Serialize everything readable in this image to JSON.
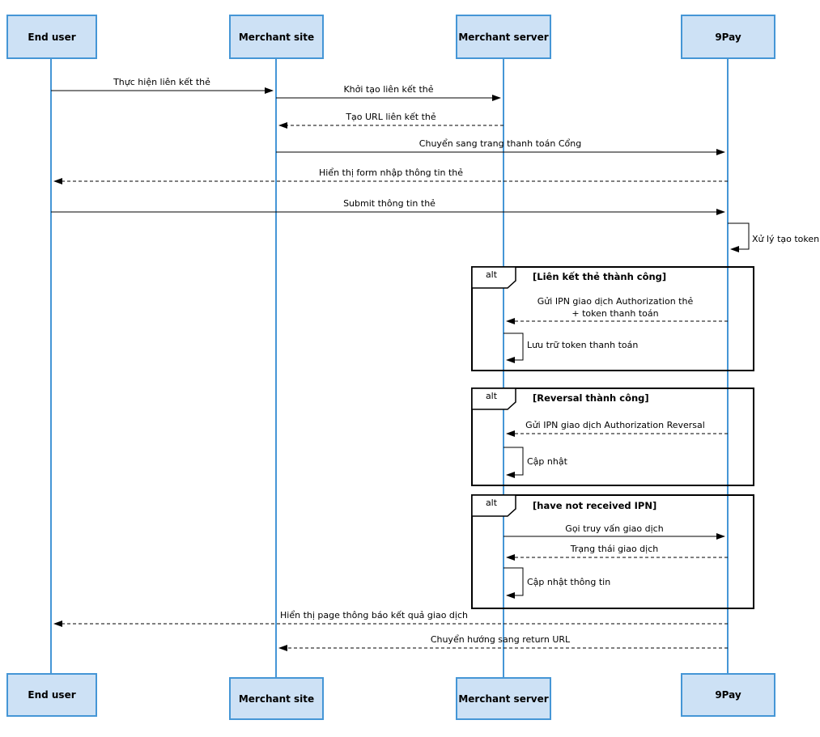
{
  "colors": {
    "actor_fill": "#cde1f5",
    "actor_border": "#4596d6",
    "lifeline_color": "#4596d6",
    "frame_border": "#000000",
    "arrow_color": "#000000"
  },
  "actors": [
    {
      "label": "End user"
    },
    {
      "label": "Merchant site"
    },
    {
      "label": "Merchant server"
    },
    {
      "label": "9Pay"
    }
  ],
  "messages": [
    {
      "text": "Thực hiện liên kết thẻ",
      "from": "End user",
      "to": "Merchant site",
      "style": "solid"
    },
    {
      "text": "Khởi tạo liên kết thẻ",
      "from": "Merchant site",
      "to": "Merchant server",
      "style": "solid"
    },
    {
      "text": "Tạo URL liên kết thẻ",
      "from": "Merchant server",
      "to": "Merchant site",
      "style": "dashed"
    },
    {
      "text": "Chuyển sang trang thanh toán Cổng",
      "from": "Merchant site",
      "to": "9Pay",
      "style": "solid"
    },
    {
      "text": "Hiển thị form nhập thông tin thẻ",
      "from": "9Pay",
      "to": "End user",
      "style": "dashed"
    },
    {
      "text": "Submit thông tin thẻ",
      "from": "End user",
      "to": "9Pay",
      "style": "solid"
    },
    {
      "text": "Xử lý tạo token",
      "from": "9Pay",
      "to": "9Pay",
      "style": "self"
    },
    {
      "text": "Gửi IPN giao dịch Authorization thẻ\n+ token thanh toán",
      "from": "9Pay",
      "to": "Merchant server",
      "style": "dashed"
    },
    {
      "text": "Lưu trữ token thanh toán",
      "from": "Merchant server",
      "to": "Merchant server",
      "style": "self"
    },
    {
      "text": "Gửi IPN giao dịch Authorization Reversal",
      "from": "9Pay",
      "to": "Merchant server",
      "style": "dashed"
    },
    {
      "text": "Cập nhật",
      "from": "Merchant server",
      "to": "Merchant server",
      "style": "self"
    },
    {
      "text": "Gọi truy vấn giao dịch",
      "from": "Merchant server",
      "to": "9Pay",
      "style": "solid"
    },
    {
      "text": "Trạng thái giao dịch",
      "from": "9Pay",
      "to": "Merchant server",
      "style": "dashed"
    },
    {
      "text": "Cập nhật thông tin",
      "from": "Merchant server",
      "to": "Merchant server",
      "style": "self"
    },
    {
      "text": "Hiển thị page thông báo kết quả giao dịch",
      "from": "9Pay",
      "to": "End user",
      "style": "dashed"
    },
    {
      "text": "Chuyển hướng sang return URL",
      "from": "9Pay",
      "to": "Merchant site",
      "style": "dashed"
    }
  ],
  "frames": [
    {
      "label": "alt",
      "condition": "[Liên kết thẻ thành công]"
    },
    {
      "label": "alt",
      "condition": "[Reversal thành công]"
    },
    {
      "label": "alt",
      "condition": "[have not received IPN]"
    }
  ]
}
